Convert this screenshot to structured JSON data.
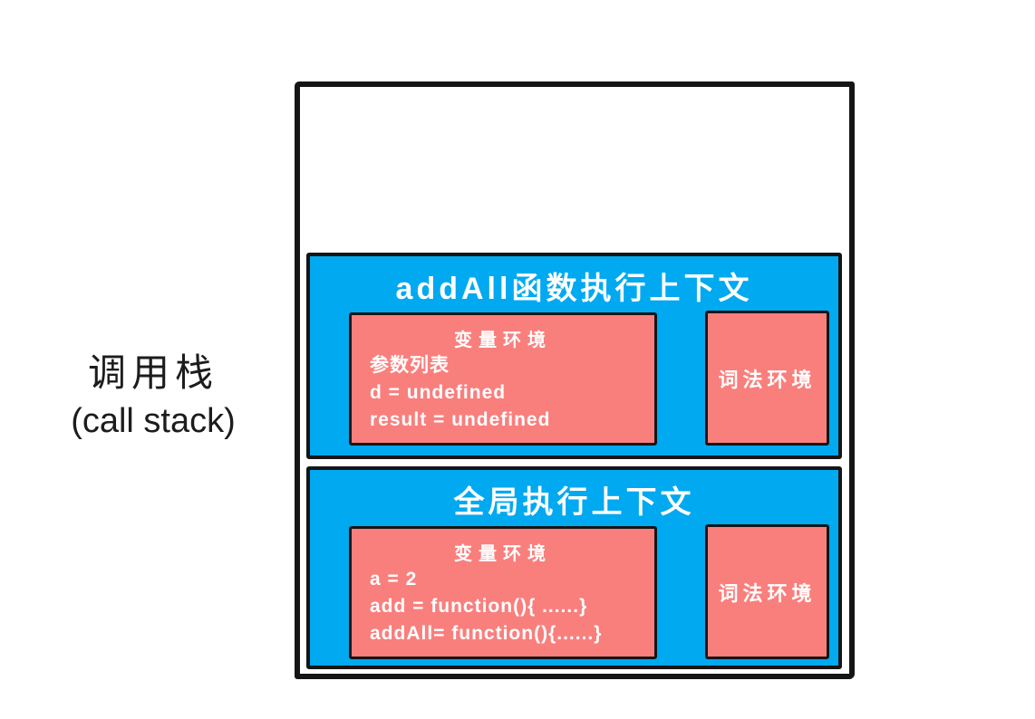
{
  "diagram": {
    "colors": {
      "frame_blue": "#00a9f0",
      "env_red": "#f97f7d",
      "stroke_black": "#151515",
      "text_white": "#ffffff",
      "text_black": "#1c1c1c"
    },
    "label": {
      "line1": "调用栈",
      "line2": "(call stack)"
    },
    "frames": [
      {
        "title": "addAll函数执行上下文",
        "variable_env": {
          "title": "变量环境",
          "lines": [
            "参数列表",
            "d = undefined",
            "result = undefined"
          ]
        },
        "lexical_env": {
          "title": "词法环境"
        }
      },
      {
        "title": "全局执行上下文",
        "variable_env": {
          "title": "变量环境",
          "lines": [
            "a = 2",
            "add = function(){ ......}",
            "addAll= function(){......}"
          ]
        },
        "lexical_env": {
          "title": "词法环境"
        }
      }
    ]
  }
}
